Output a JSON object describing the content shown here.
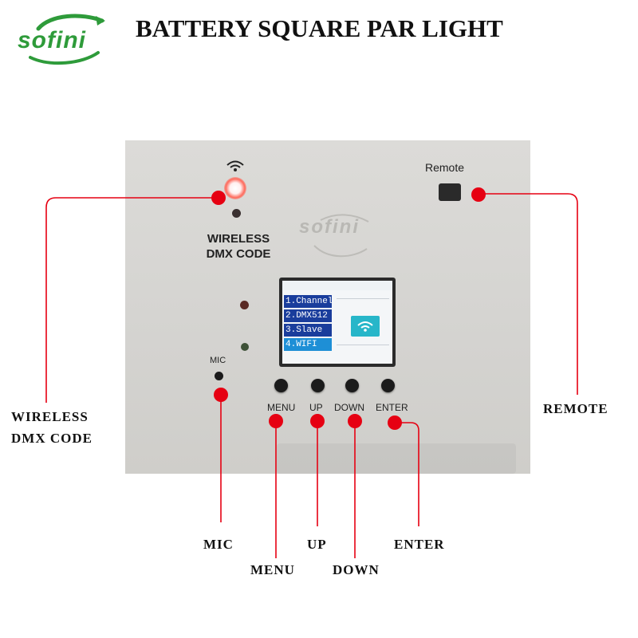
{
  "brand": {
    "logo_text": "sofini",
    "logo_color": "#2e9b3a",
    "panel_logo_text": "sofini"
  },
  "title": "BATTERY SQUARE PAR LIGHT",
  "panel": {
    "wireless_label": "WIRELESS DMX CODE",
    "remote_label": "Remote",
    "mic_label": "MIC",
    "screen_menu": [
      "1.Channel",
      "2.DMX512",
      "3.Slave",
      "4.WIFI"
    ],
    "buttons": [
      "MENU",
      "UP",
      "DOWN",
      "ENTER"
    ]
  },
  "callouts": {
    "wireless_line1": "WIRELESS",
    "wireless_line2": "DMX CODE",
    "remote": "REMOTE",
    "mic": "MIC",
    "menu": "MENU",
    "up": "UP",
    "down": "DOWN",
    "enter": "ENTER"
  },
  "colors": {
    "callout_red": "#e60012",
    "screen_blue": "#1a3d9c",
    "screen_highlight": "#1e8fd6",
    "wifi_tile": "#27b6c9"
  },
  "icons": {
    "wifi": "wifi-icon",
    "leaf": "leaf-swoosh-icon"
  }
}
